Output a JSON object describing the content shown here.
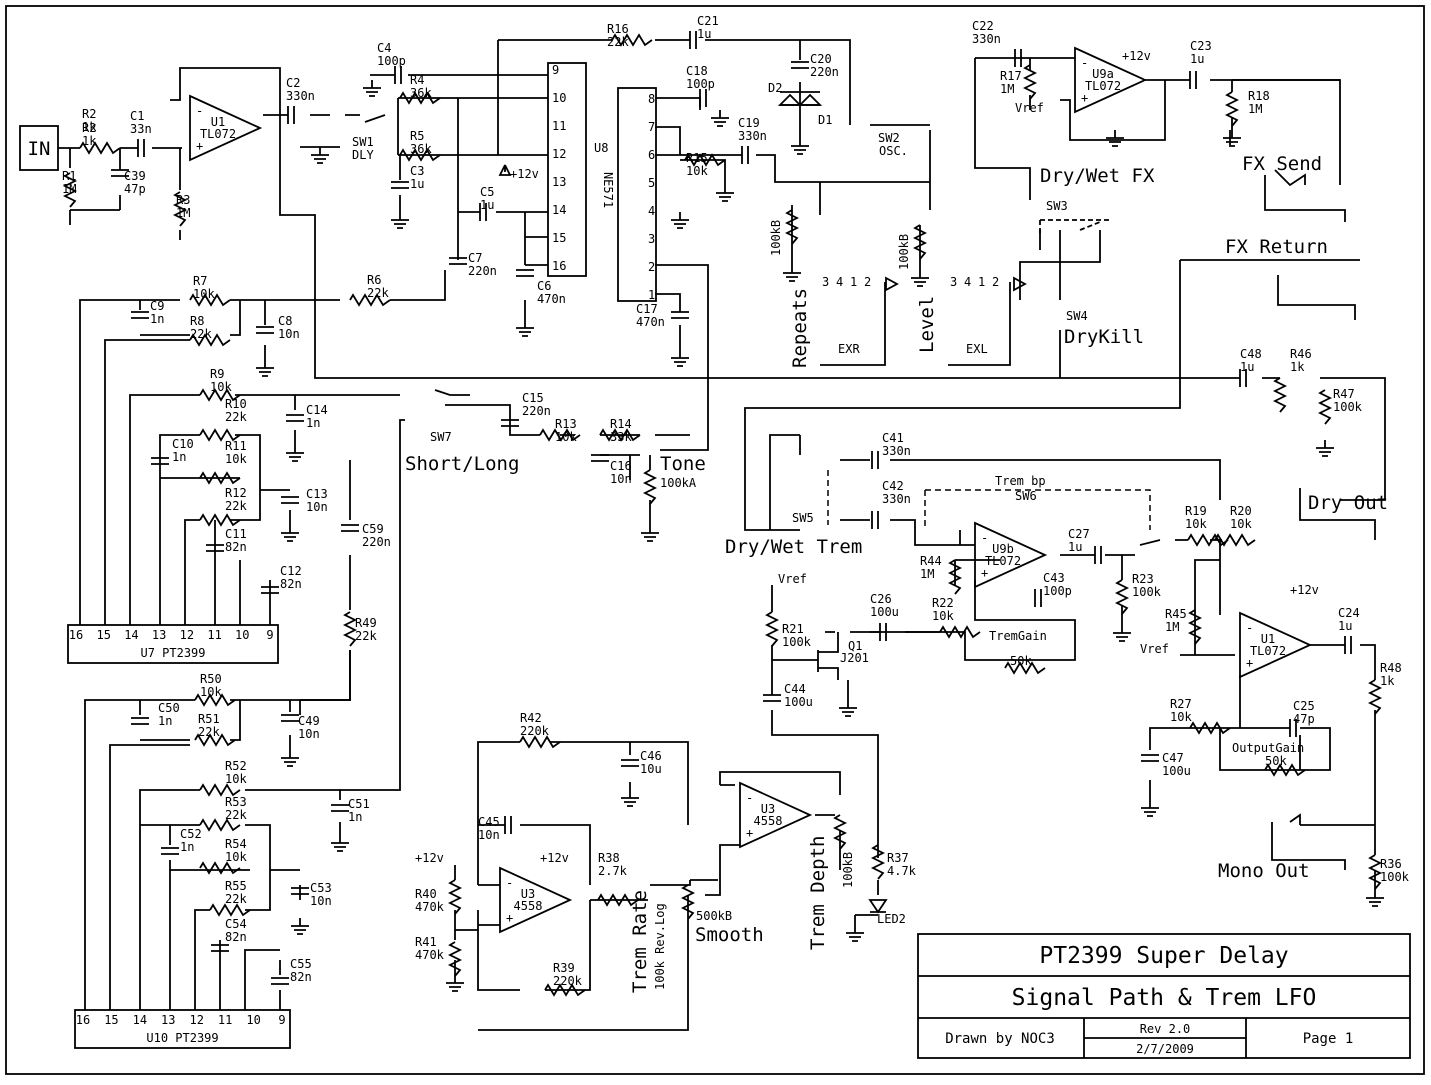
{
  "title_block": {
    "title": "PT2399 Super Delay",
    "subtitle": "Signal Path & Trem LFO",
    "drawn_by": "Drawn by NOC3",
    "rev": "Rev 2.0",
    "date": "2/7/2009",
    "page": "Page 1"
  },
  "io": {
    "in": "IN",
    "fx_send": "FX Send",
    "fx_return": "FX Return",
    "dry_out": "Dry Out",
    "mono_out": "Mono Out"
  },
  "controls": {
    "dly": "DLY",
    "osc": "OSC.",
    "repeats": "Repeats",
    "level": "Level",
    "exr": "EXR",
    "exl": "EXL",
    "drywet_fx": "Dry/Wet FX",
    "drykill": "DryKill",
    "short_long": "Short/Long",
    "tone": "Tone",
    "tone_pot": "100kA",
    "drywet_trem": "Dry/Wet Trem",
    "trem_bp": "Trem bp",
    "trem_gain": "TremGain",
    "output_gain": "OutputGain",
    "trem_rate": "Trem Rate",
    "trem_rate_val": "100k Rev.Log",
    "smooth": "Smooth",
    "smooth_val": "500kB",
    "trem_depth": "Trem Depth",
    "trem_depth_val": "100kB"
  },
  "ics": {
    "u1a": "U1",
    "u1a_part": "TL072",
    "u8": "U8",
    "u8_part": "NE571",
    "u9a": "U9a",
    "u9a_part": "TL072",
    "u9b": "U9b",
    "u9b_part": "TL072",
    "u1b": "U1",
    "u1b_part": "TL072",
    "u3a": "U3",
    "u3a_part": "4558",
    "u3b": "U3",
    "u3b_part": "4558",
    "u7": "U7",
    "u7_part": "PT2399",
    "u10": "U10",
    "u10_part": "PT2399",
    "q1": "Q1",
    "q1_part": "J201"
  },
  "power": {
    "plus12": "+12v",
    "vref": "Vref"
  },
  "switches": [
    "SW1",
    "SW2",
    "SW3",
    "SW4",
    "SW5",
    "SW6",
    "SW7"
  ],
  "diodes": [
    "D1",
    "D2",
    "LED2"
  ],
  "parts": {
    "R1": [
      "R1",
      "1M"
    ],
    "R2": [
      "R2",
      "1k"
    ],
    "R3": [
      "R3",
      "1M"
    ],
    "C1": [
      "C1",
      "33n"
    ],
    "C39": [
      "C39",
      "47p"
    ],
    "C2": [
      "C2",
      "330n"
    ],
    "C4": [
      "C4",
      "100p"
    ],
    "R4": [
      "R4",
      "36k"
    ],
    "R5": [
      "R5",
      "36k"
    ],
    "C3": [
      "C3",
      "1u"
    ],
    "C5": [
      "C5",
      "1u"
    ],
    "C7": [
      "C7",
      "220n"
    ],
    "C6": [
      "C6",
      "470n"
    ],
    "R16": [
      "R16",
      "22k"
    ],
    "C21": [
      "C21",
      "1u"
    ],
    "C20": [
      "C20",
      "220n"
    ],
    "C18": [
      "C18",
      "100p"
    ],
    "C19": [
      "C19",
      "330n"
    ],
    "R15": [
      "R15",
      "10k"
    ],
    "C17": [
      "C17",
      "470n"
    ],
    "C22": [
      "C22",
      "330n"
    ],
    "R17": [
      "R17",
      "1M"
    ],
    "C23": [
      "C23",
      "1u"
    ],
    "R18": [
      "R18",
      "1M"
    ],
    "R7": [
      "R7",
      "10k"
    ],
    "R8": [
      "R8",
      "22k"
    ],
    "C9": [
      "C9",
      "1n"
    ],
    "C8": [
      "C8",
      "10n"
    ],
    "R6": [
      "R6",
      "22k"
    ],
    "R9": [
      "R9",
      "10k"
    ],
    "R10": [
      "R10",
      "22k"
    ],
    "R11": [
      "R11",
      "10k"
    ],
    "R12": [
      "R12",
      "22k"
    ],
    "C10": [
      "C10",
      "1n"
    ],
    "C14": [
      "C14",
      "1n"
    ],
    "C13": [
      "C13",
      "10n"
    ],
    "C11": [
      "C11",
      "82n"
    ],
    "C12": [
      "C12",
      "82n"
    ],
    "C15": [
      "C15",
      "220n"
    ],
    "R13": [
      "R13",
      "10k"
    ],
    "R14": [
      "R14",
      "33k"
    ],
    "C16": [
      "C16",
      "10n"
    ],
    "C59": [
      "C59",
      "220n"
    ],
    "R49": [
      "R49",
      "22k"
    ],
    "C48": [
      "C48",
      "1u"
    ],
    "R46": [
      "R46",
      "1k"
    ],
    "R47": [
      "R47",
      "100k"
    ],
    "C41": [
      "C41",
      "330n"
    ],
    "C42": [
      "C42",
      "330n"
    ],
    "R44": [
      "R44",
      "1M"
    ],
    "C27": [
      "C27",
      "1u"
    ],
    "R23": [
      "R23",
      "100k"
    ],
    "C43": [
      "C43",
      "100p"
    ],
    "R19": [
      "R19",
      "10k"
    ],
    "R20": [
      "R20",
      "10k"
    ],
    "R21": [
      "R21",
      "100k"
    ],
    "C26": [
      "C26",
      "100u"
    ],
    "R22": [
      "R22",
      "10k"
    ],
    "C44": [
      "C44",
      "100u"
    ],
    "TG": [
      "",
      "50k"
    ],
    "R45": [
      "R45",
      "1M"
    ],
    "C24": [
      "C24",
      "1u"
    ],
    "R48": [
      "R48",
      "1k"
    ],
    "R27": [
      "R27",
      "10k"
    ],
    "C25": [
      "C25",
      "47p"
    ],
    "C47": [
      "C47",
      "100u"
    ],
    "OG": [
      "",
      "50k"
    ],
    "R36": [
      "R36",
      "100k"
    ],
    "R50": [
      "R50",
      "10k"
    ],
    "R51": [
      "R51",
      "22k"
    ],
    "C50": [
      "C50",
      "1n"
    ],
    "C49": [
      "C49",
      "10n"
    ],
    "R52": [
      "R52",
      "10k"
    ],
    "R53": [
      "R53",
      "22k"
    ],
    "R54": [
      "R54",
      "10k"
    ],
    "R55": [
      "R55",
      "22k"
    ],
    "C52": [
      "C52",
      "1n"
    ],
    "C51": [
      "C51",
      "1n"
    ],
    "C53": [
      "C53",
      "10n"
    ],
    "C54": [
      "C54",
      "82n"
    ],
    "C55": [
      "C55",
      "82n"
    ],
    "R42": [
      "R42",
      "220k"
    ],
    "C46": [
      "C46",
      "10u"
    ],
    "C45": [
      "C45",
      "10n"
    ],
    "R38": [
      "R38",
      "2.7k"
    ],
    "R40": [
      "R40",
      "470k"
    ],
    "R41": [
      "R41",
      "470k"
    ],
    "R39": [
      "R39",
      "220k"
    ],
    "R37": [
      "R37",
      "4.7k"
    ]
  }
}
